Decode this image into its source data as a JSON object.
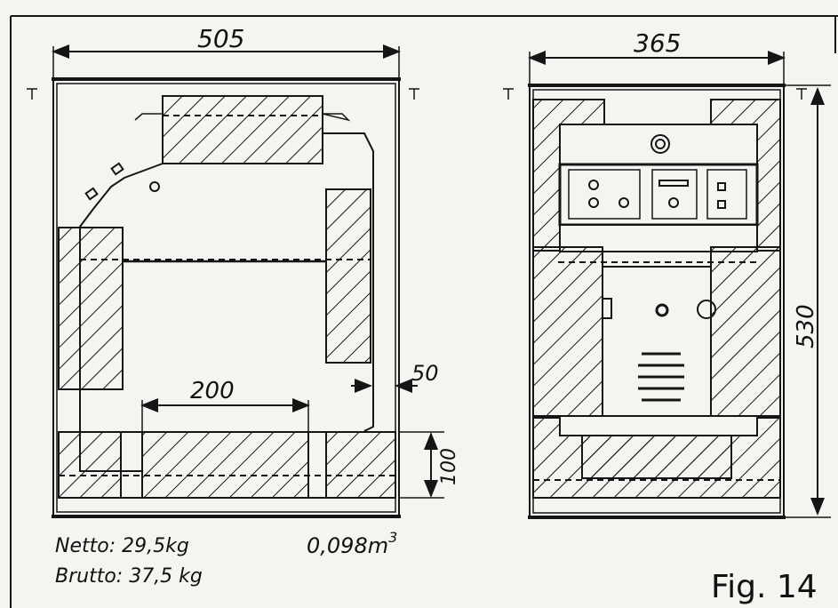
{
  "figure": {
    "label": "Fig. 14",
    "front_view": {
      "width_dim": "505",
      "inner_dim": "200",
      "side_gap_dim": "50",
      "bottom_dim": "100",
      "tick_left": "T",
      "tick_right": "T"
    },
    "side_view": {
      "width_dim": "365",
      "height_dim": "530",
      "tick_left": "T",
      "tick_right": "T"
    },
    "weights": {
      "netto": "Netto: 29,5kg",
      "brutto": "Brutto: 37,5 kg",
      "volume": "0,098m",
      "volume_exp": "3"
    }
  },
  "colors": {
    "ink": "#151515",
    "paper": "#f4f4f1"
  }
}
